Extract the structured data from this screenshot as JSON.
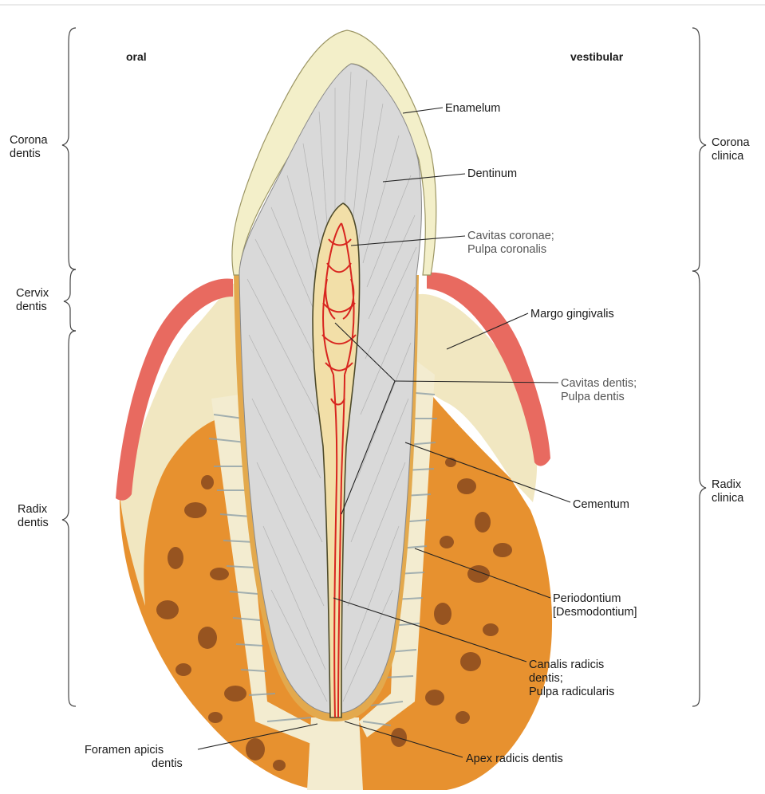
{
  "orientation": {
    "left": "oral",
    "right": "vestibular"
  },
  "left_regions": {
    "corona": [
      "Corona",
      "dentis"
    ],
    "cervix": [
      "Cervix",
      "dentis"
    ],
    "radix": [
      "Radix",
      "dentis"
    ]
  },
  "right_regions": {
    "corona": [
      "Corona",
      "clinica"
    ],
    "radix": [
      "Radix",
      "clinica"
    ]
  },
  "labels": {
    "enamelum": "Enamelum",
    "dentinum": "Dentinum",
    "cavitas_coronae": [
      "Cavitas coronae;",
      "Pulpa coronalis"
    ],
    "margo_gingivalis": "Margo gingivalis",
    "cavitas_dentis": [
      "Cavitas dentis;",
      "Pulpa dentis"
    ],
    "cementum": "Cementum",
    "periodontium": [
      "Periodontium",
      "[Desmodontium]"
    ],
    "canalis_radicis": [
      "Canalis radicis",
      "dentis;",
      "Pulpa radicularis"
    ],
    "foramen_apicis": [
      "Foramen apicis",
      "dentis"
    ],
    "apex_radicis": "Apex radicis dentis"
  },
  "colors": {
    "enamel": "#f3efc9",
    "dentin": "#d9d9d9",
    "pulp": "#f2dfa8",
    "vessels": "#d8251f",
    "gingiva": "#e86a60",
    "soft_tissue": "#f1e7c1",
    "bone": "#e7912f",
    "bone_dark": "#8a4a1e",
    "ligament": "#f3ecd0"
  }
}
